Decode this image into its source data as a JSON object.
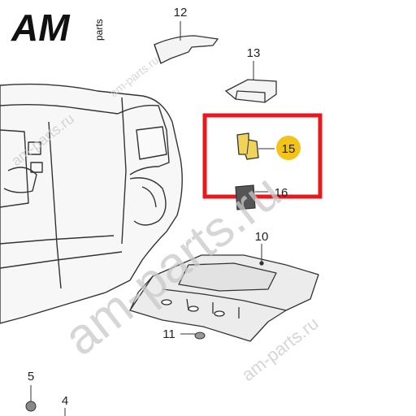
{
  "logo": {
    "brand": "AM",
    "suffix": "parts"
  },
  "watermarks": [
    "am-parts.ru",
    "am-parts.ru",
    "am-parts.ru",
    "am-parts.ru"
  ],
  "callouts": [
    {
      "id": "12",
      "label": "12"
    },
    {
      "id": "13",
      "label": "13"
    },
    {
      "id": "15",
      "label": "15"
    },
    {
      "id": "16",
      "label": "16"
    },
    {
      "id": "10",
      "label": "10"
    },
    {
      "id": "11",
      "label": "11"
    },
    {
      "id": "5",
      "label": "5"
    },
    {
      "id": "4",
      "label": "4"
    }
  ],
  "colors": {
    "highlight_frame": "#e8181e",
    "highlight_dot": "#f3c417",
    "part_fill": "#f0d35a",
    "line": "#333333"
  }
}
